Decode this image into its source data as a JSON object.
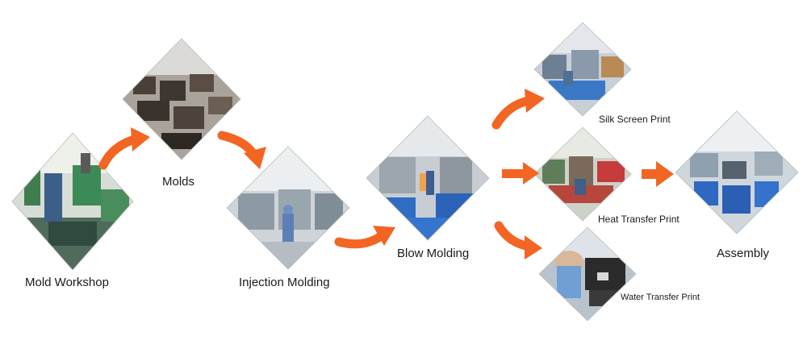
{
  "steps": {
    "mold_workshop": "Mold Workshop",
    "molds": "Molds",
    "injection_molding": "Injection Molding",
    "blow_molding": "Blow Molding",
    "silk_screen_print": "Silk Screen Print",
    "heat_transfer_print": "Heat Transfer Print",
    "water_transfer_print": "Water Transfer Print",
    "assembly": "Assembly"
  },
  "colors": {
    "arrow": "#f26522",
    "label_text": "#1a1a1a",
    "background": "#ffffff"
  },
  "photos": {
    "mold_workshop": "factory-photo-machinery-green",
    "molds": "factory-photo-mold-storage",
    "injection_molding": "factory-photo-injection-workers",
    "blow_molding": "factory-photo-blow-molding-blue-crates",
    "silk_screen_print": "factory-photo-silk-screen-line",
    "heat_transfer_print": "factory-photo-heat-transfer-line",
    "water_transfer_print": "factory-photo-water-transfer-gloves",
    "assembly": "factory-photo-assembly-hall"
  }
}
